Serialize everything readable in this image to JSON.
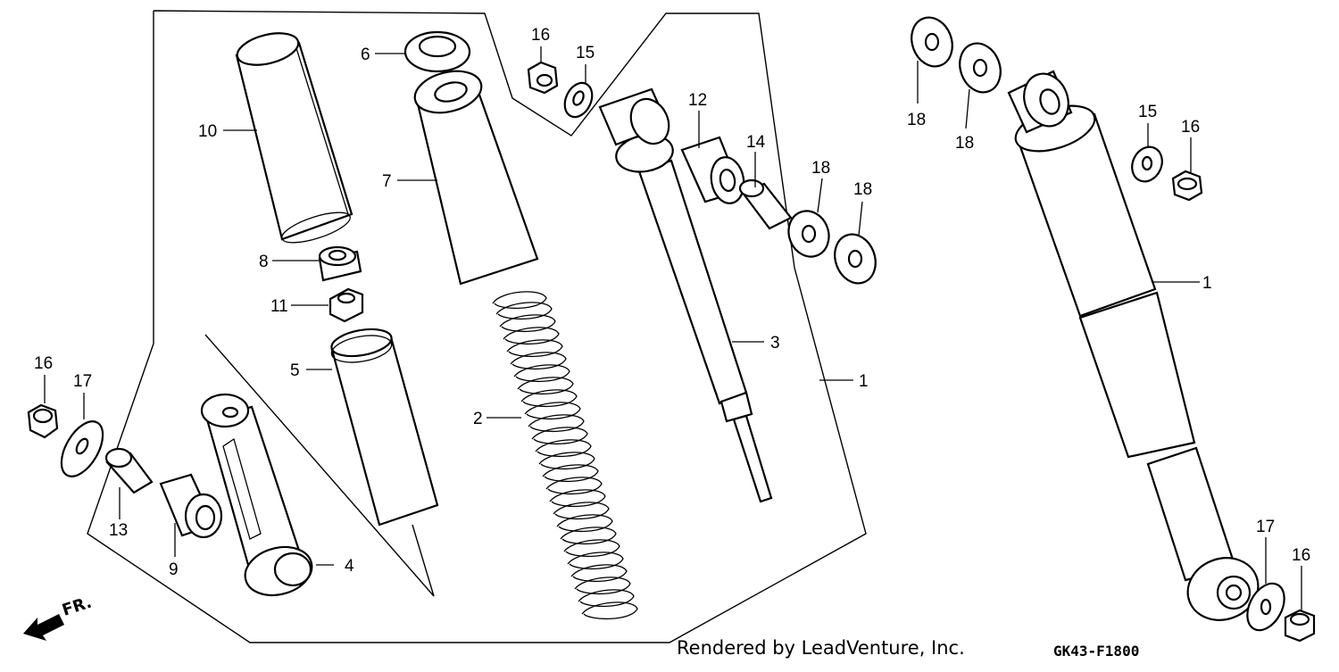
{
  "diagram": {
    "code": "GK43-F1800",
    "credit": "Rendered by LeadVenture, Inc.",
    "direction_marker": "FR.",
    "callouts": {
      "c1a": "1",
      "c1b": "1",
      "c2": "2",
      "c3": "3",
      "c4": "4",
      "c5": "5",
      "c6": "6",
      "c7": "7",
      "c8": "8",
      "c9": "9",
      "c10": "10",
      "c11": "11",
      "c12": "12",
      "c13": "13",
      "c14": "14",
      "c15a": "15",
      "c15b": "15",
      "c16a": "16",
      "c16b": "16",
      "c16c": "16",
      "c16d": "16",
      "c17a": "17",
      "c17b": "17",
      "c18a": "18",
      "c18b": "18",
      "c18c": "18",
      "c18d": "18"
    }
  }
}
